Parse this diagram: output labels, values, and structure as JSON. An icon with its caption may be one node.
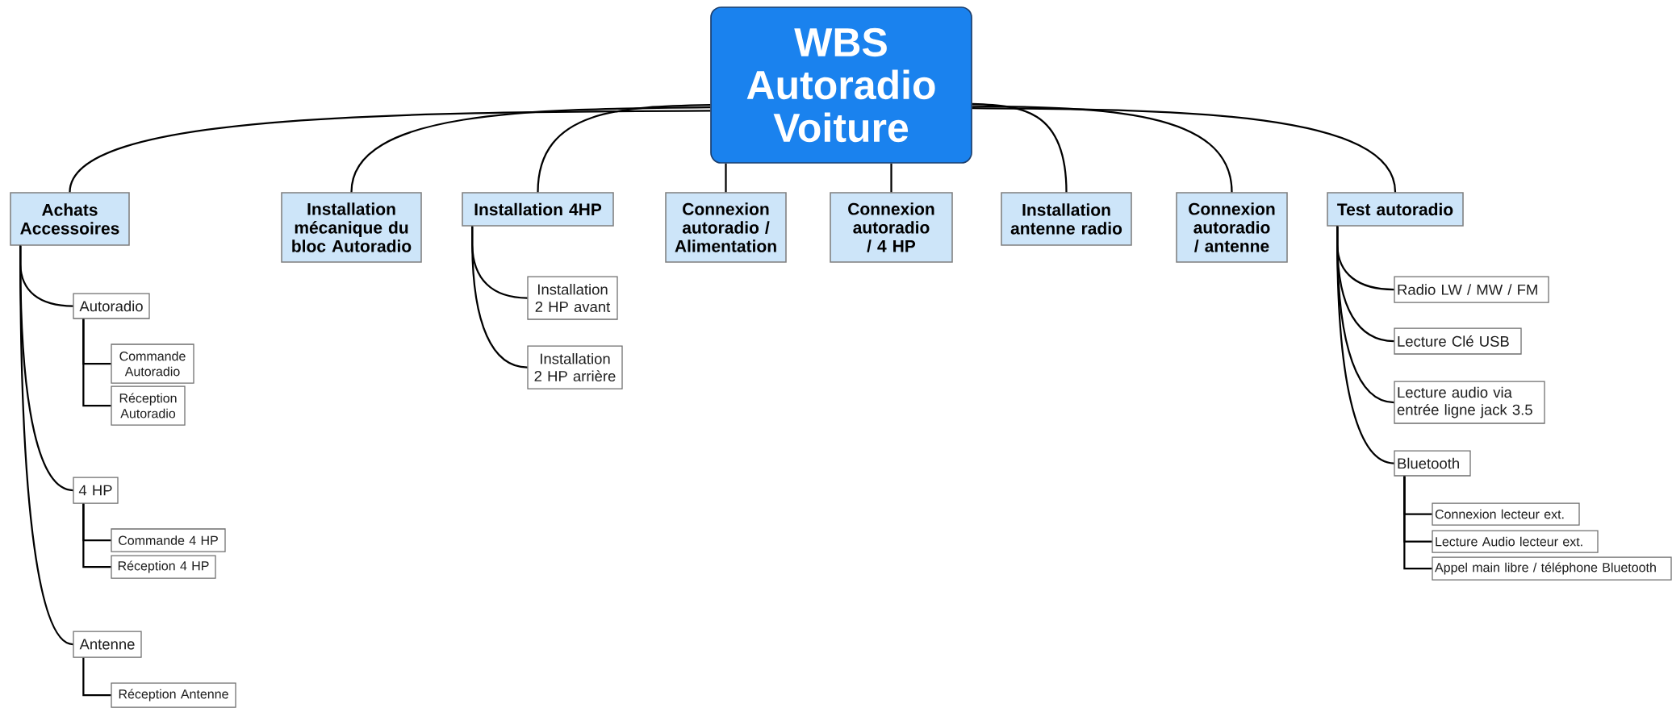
{
  "diagram": {
    "nodes": [
      {
        "text": [
          "WBS Autoradio Voiture"
        ]
      },
      {
        "text": [
          "Achats Accessoires"
        ]
      },
      {
        "text": [
          "Installation mécanique du bloc Autoradio"
        ]
      },
      {
        "text": [
          "Installation 4HP"
        ]
      },
      {
        "text": [
          "Connexion autoradio / Alimentation"
        ]
      },
      {
        "text": [
          "Connexion autoradio  / 4 HP"
        ]
      },
      {
        "text": [
          "Installation antenne radio"
        ]
      },
      {
        "text": [
          "Connexion autoradio / antenne"
        ]
      },
      {
        "text": [
          "Test autoradio"
        ]
      },
      {
        "text": [
          "Autoradio"
        ]
      },
      {
        "text": [
          "Commande Autoradio"
        ]
      },
      {
        "text": [
          "Réception Autoradio"
        ]
      },
      {
        "text": [
          "4 HP"
        ]
      },
      {
        "text": [
          "Commande 4 HP"
        ]
      },
      {
        "text": [
          "Réception 4 HP"
        ]
      },
      {
        "text": [
          "Antenne"
        ]
      },
      {
        "text": [
          "Réception Antenne"
        ]
      },
      {
        "text": [
          "Installation 2 HP avant"
        ]
      },
      {
        "text": [
          "Installation 2 HP arrière"
        ]
      },
      {
        "text": [
          "Radio LW / MW / FM"
        ]
      },
      {
        "text": [
          "Lecture Clé USB"
        ]
      },
      {
        "text": [
          "Lecture audio via entrée ligne jack 3.5"
        ]
      },
      {
        "text": [
          "Bluetooth"
        ]
      },
      {
        "text": [
          "Connexion lecteur ext."
        ]
      },
      {
        "text": [
          "Lecture Audio lecteur ext."
        ]
      },
      {
        "text": [
          "Appel main libre / téléphone Bluetooth"
        ]
      }
    ],
    "edges": [
      {
        "from": 0,
        "to": 1,
        "arrow": "none"
      },
      {
        "from": 0,
        "to": 2,
        "arrow": "none"
      },
      {
        "from": 0,
        "to": 3,
        "arrow": "none"
      },
      {
        "from": 0,
        "to": 4,
        "arrow": "none"
      },
      {
        "from": 0,
        "to": 5,
        "arrow": "none"
      },
      {
        "from": 0,
        "to": 6,
        "arrow": "none"
      },
      {
        "from": 0,
        "to": 7,
        "arrow": "none"
      },
      {
        "from": 0,
        "to": 8,
        "arrow": "none"
      },
      {
        "from": 1,
        "to": 9,
        "arrow": "none"
      },
      {
        "from": 9,
        "to": 10,
        "arrow": "none"
      },
      {
        "from": 9,
        "to": 11,
        "arrow": "none"
      },
      {
        "from": 1,
        "to": 12,
        "arrow": "none"
      },
      {
        "from": 12,
        "to": 13,
        "arrow": "none"
      },
      {
        "from": 12,
        "to": 14,
        "arrow": "none"
      },
      {
        "from": 1,
        "to": 15,
        "arrow": "none"
      },
      {
        "from": 15,
        "to": 16,
        "arrow": "none"
      },
      {
        "from": 3,
        "to": 17,
        "arrow": "none"
      },
      {
        "from": 3,
        "to": 18,
        "arrow": "none"
      },
      {
        "from": 8,
        "to": 19,
        "arrow": "none"
      },
      {
        "from": 8,
        "to": 20,
        "arrow": "none"
      },
      {
        "from": 8,
        "to": 21,
        "arrow": "none"
      },
      {
        "from": 8,
        "to": 22,
        "arrow": "none"
      },
      {
        "from": 22,
        "to": 23,
        "arrow": "none"
      },
      {
        "from": 22,
        "to": 24,
        "arrow": "none"
      },
      {
        "from": 22,
        "to": 25,
        "arrow": "none"
      }
    ]
  }
}
